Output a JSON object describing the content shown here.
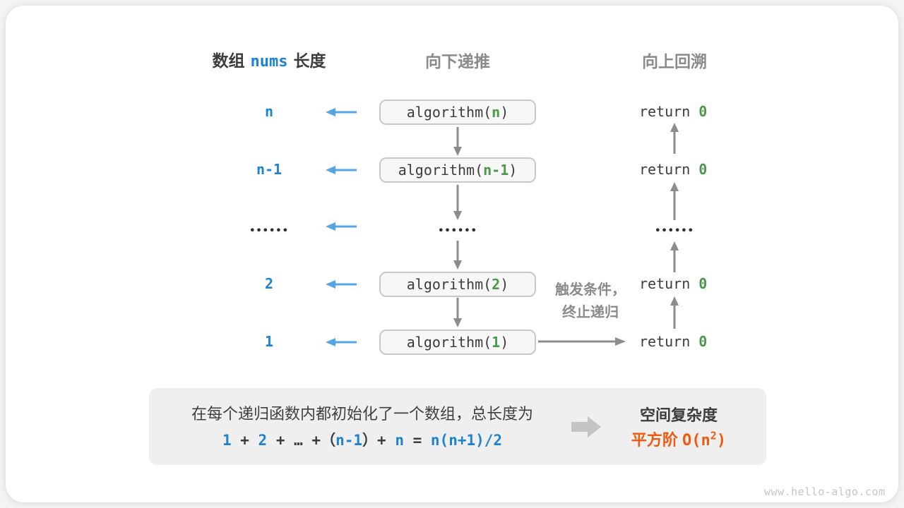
{
  "colors": {
    "accent_blue": "#1e82d2",
    "light_blue_arrow": "#54a5e7",
    "green": "#479a47",
    "orange": "#f2590e",
    "gray_label": "#8a8a8a",
    "dark_text": "#3c3c3c",
    "panel_bg": "#efefef",
    "box_bg": "#f7f7f7",
    "box_border": "#c9c9c9"
  },
  "header": {
    "array_prefix": "数组",
    "array_code": "nums",
    "array_suffix": "长度",
    "down_label": "向下递推",
    "up_label": "向上回溯"
  },
  "labels": {
    "call_prefix": "algorithm(",
    "call_suffix": ")",
    "return_prefix": "return ",
    "return_value": "0",
    "dots": "••••••"
  },
  "rows": [
    {
      "size": "n",
      "param": "n"
    },
    {
      "size": "n-1",
      "param": "n-1"
    },
    {
      "size": "2",
      "param": "2"
    },
    {
      "size": "1",
      "param": "1"
    }
  ],
  "trigger": {
    "line1": "触发条件，",
    "line2": "终止递归"
  },
  "summary": {
    "line1": "在每个递归函数内都初始化了一个数组，总长度为",
    "formula_tokens": [
      "1",
      " + ",
      "2",
      " + ",
      "…",
      " +",
      "（",
      "n-1",
      "）",
      "+ ",
      "n",
      " = ",
      "n(n+1)/2"
    ],
    "result_title": "空间复杂度",
    "result_prefix": "平方阶 ",
    "result_o_open": "O(n",
    "result_sup": "2",
    "result_close": ")"
  },
  "watermark": "www.hello-algo.com"
}
